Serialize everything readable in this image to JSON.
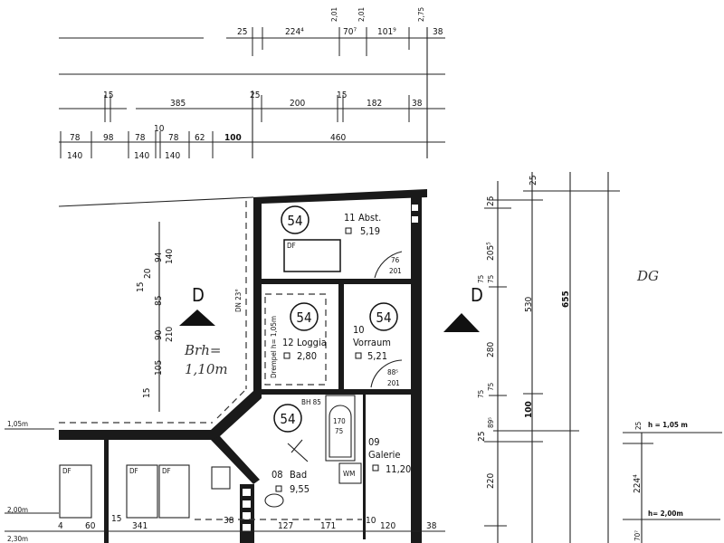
{
  "plan": {
    "floor_label": "DG",
    "top_dims_row1": [
      "25",
      "224⁴",
      "70⁷",
      "101⁹",
      "38"
    ],
    "top_dims_row1_heights": [
      "2,01",
      "2,01",
      "2,75"
    ],
    "top_dims_row3": [
      "15",
      "385",
      "25",
      "200",
      "15",
      "182",
      "38"
    ],
    "top_dims_row4_top": [
      "78",
      "98",
      "78",
      "10",
      "78",
      "62",
      "100",
      "460"
    ],
    "top_dims_row4_bottom": [
      "140",
      "140",
      "140"
    ],
    "left_vertical_dims": [
      "94",
      "140",
      "20",
      "15",
      "85",
      "90",
      "210",
      "105",
      "15"
    ],
    "right_vertical_dims": [
      "25",
      "205⁵",
      "75",
      "75",
      "280",
      "75",
      "75",
      "89⁵",
      "25",
      "220",
      "25",
      "530",
      "100",
      "655"
    ],
    "right_lower_dims": [
      "25",
      "224⁴",
      "70⁷"
    ],
    "heights": [
      "h = 1,05 m",
      "h= 2,00m",
      "1,05m",
      "2,00m",
      "2,30m"
    ],
    "section_marker": "D",
    "dn_label": "DN 23°",
    "handwritten_note": [
      "Brh=",
      "1,10m"
    ],
    "rooms": [
      {
        "tag": "54",
        "number": "11",
        "name": "Abst.",
        "area": "5,19"
      },
      {
        "tag": "54",
        "number": "12",
        "name": "Loggia",
        "area": "2,80"
      },
      {
        "tag": "54",
        "number": "10",
        "name": "Vorraum",
        "area": "5,21"
      },
      {
        "tag": "54",
        "number": "08",
        "name": "Bad",
        "area": "9,55"
      },
      {
        "number": "09",
        "name": "Galerie",
        "area": "11,20"
      }
    ],
    "drempel": "Drempel h= 1,05m",
    "doors": [
      {
        "w": "76",
        "h": "201"
      },
      {
        "w": "88⁵",
        "h": "201"
      }
    ],
    "bath_tub": [
      "170",
      "75"
    ],
    "bh": "BH 85",
    "df_labels": [
      "DF",
      "DF",
      "DF",
      "DF"
    ],
    "wm": "WM",
    "bottom_dims": [
      "4",
      "60",
      "15",
      "341",
      "38",
      "127",
      "171",
      "10",
      "120",
      "38"
    ]
  }
}
